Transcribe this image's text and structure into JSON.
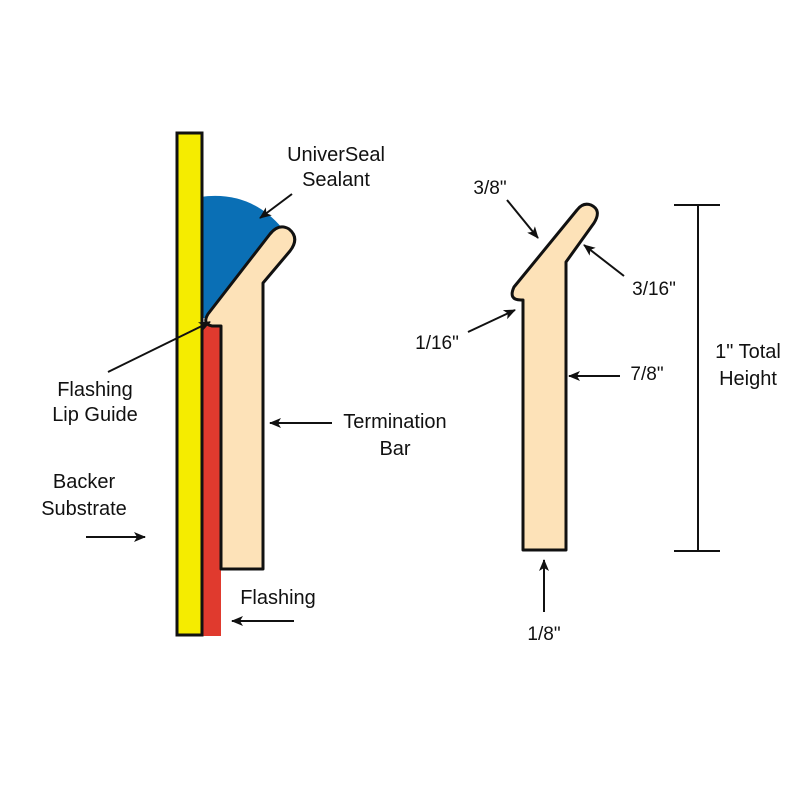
{
  "left_diagram": {
    "sealant_label": [
      "UniverSeal",
      "Sealant"
    ],
    "lip_guide_label": [
      "Flashing",
      "Lip Guide"
    ],
    "termination_bar_label": [
      "Termination",
      "Bar"
    ],
    "backer_label": [
      "Backer",
      "Substrate"
    ],
    "flashing_label": "Flashing"
  },
  "right_diagram": {
    "dim_top_angle": "3/8\"",
    "dim_lip": "3/16\"",
    "dim_notch": "1/16\"",
    "dim_body": "7/8\"",
    "dim_base": "1/8\"",
    "total_height_label": [
      "1\" Total",
      "Height"
    ]
  },
  "colors": {
    "substrate": "#f5ec00",
    "flashing": "#e03a2e",
    "sealant": "#0a6fb5",
    "bar": "#fde2b8",
    "outline": "#111111"
  }
}
